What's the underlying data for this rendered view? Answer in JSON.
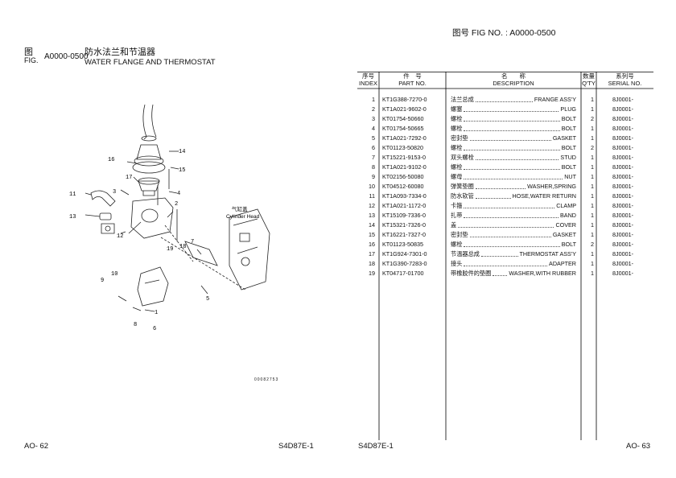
{
  "left_page": {
    "fig_label_cn": "图",
    "fig_label_en": "FIG.",
    "fig_no": "A0000-0500",
    "title_cn": "防水法兰和节温器",
    "title_en": "WATER FLANGE AND THERMOSTAT",
    "diagram_label_cn": "气缸盖",
    "diagram_label_en": "Cylinder Head",
    "callouts": [
      "1",
      "2",
      "3",
      "4",
      "5",
      "6",
      "7",
      "8",
      "9",
      "10",
      "11",
      "12",
      "13",
      "14",
      "15",
      "16",
      "17",
      "18",
      "19"
    ],
    "drawing_code": "00082753",
    "footer_page": "AO- 62",
    "footer_model": "S4D87E-1"
  },
  "right_page": {
    "fig_header_cn": "图号",
    "fig_header_en": "FIG NO.",
    "fig_header_sep": ":",
    "fig_header_no": "A0000-0500",
    "columns": {
      "index_cn": "序号",
      "index_en": "INDEX",
      "part_cn": "件　号",
      "part_en": "PART NO.",
      "desc_cn": "名　　称",
      "desc_en": "DESCRIPTION",
      "qty_cn": "数量",
      "qty_en": "Q'TY",
      "serial_cn": "系列号",
      "serial_en": "SERIAL NO."
    },
    "rows": [
      {
        "idx": "1",
        "part": "KT1G388-7270-0",
        "cn": "法兰总成",
        "en": "FRANGE ASS'Y",
        "qty": "1",
        "serial": "8J0001-"
      },
      {
        "idx": "2",
        "part": "KT1A021-9602-0",
        "cn": "  螺塞",
        "en": "PLUG",
        "qty": "1",
        "serial": "8J0001-"
      },
      {
        "idx": "3",
        "part": "KT01754-50660",
        "cn": "  螺栓",
        "en": "BOLT",
        "qty": "2",
        "serial": "8J0001-"
      },
      {
        "idx": "4",
        "part": "KT01754-50665",
        "cn": "  螺栓",
        "en": "BOLT",
        "qty": "1",
        "serial": "8J0001-"
      },
      {
        "idx": "5",
        "part": "KT1A021-7292-0",
        "cn": "密封垫",
        "en": "GASKET",
        "qty": "1",
        "serial": "8J0001-"
      },
      {
        "idx": "6",
        "part": "KT01123-50820",
        "cn": "螺栓",
        "en": "BOLT",
        "qty": "2",
        "serial": "8J0001-"
      },
      {
        "idx": "7",
        "part": "KT15221-9153-0",
        "cn": "双头螺栓",
        "en": "STUD",
        "qty": "1",
        "serial": "8J0001-"
      },
      {
        "idx": "8",
        "part": "KT1A021-9102-0",
        "cn": "螺栓",
        "en": "BOLT",
        "qty": "1",
        "serial": "8J0001-"
      },
      {
        "idx": "9",
        "part": "KT02156-50080",
        "cn": "螺母",
        "en": "NUT",
        "qty": "1",
        "serial": "8J0001-"
      },
      {
        "idx": "10",
        "part": "KT04512-60080",
        "cn": "弹簧垫圈",
        "en": "WASHER,SPRING",
        "qty": "1",
        "serial": "8J0001-"
      },
      {
        "idx": "11",
        "part": "KT1A093-7334-0",
        "cn": "防水软管",
        "en": "HOSE,WATER RETURN",
        "qty": "1",
        "serial": "8J0001-"
      },
      {
        "idx": "12",
        "part": "KT1A021-1172-0",
        "cn": "卡箍",
        "en": "CLAMP",
        "qty": "1",
        "serial": "8J0001-"
      },
      {
        "idx": "13",
        "part": "KT15109-7336-0",
        "cn": "扎带",
        "en": "BAND",
        "qty": "1",
        "serial": "8J0001-"
      },
      {
        "idx": "14",
        "part": "KT15321-7326-0",
        "cn": "盖",
        "en": "COVER",
        "qty": "1",
        "serial": "8J0001-"
      },
      {
        "idx": "15",
        "part": "KT16221-7327-0",
        "cn": "密封垫",
        "en": "GASKET",
        "qty": "1",
        "serial": "8J0001-"
      },
      {
        "idx": "16",
        "part": "KT01123-50835",
        "cn": "螺栓",
        "en": "BOLT",
        "qty": "2",
        "serial": "8J0001-"
      },
      {
        "idx": "17",
        "part": "KT1G924-7301-0",
        "cn": "节温器总成",
        "en": "THERMOSTAT ASS'Y",
        "qty": "1",
        "serial": "8J0001-"
      },
      {
        "idx": "18",
        "part": "KT1G390-7283-0",
        "cn": "接头",
        "en": "ADAPTER",
        "qty": "1",
        "serial": "8J0001-"
      },
      {
        "idx": "19",
        "part": "KT04717-01700",
        "cn": "带橡胶件的垫圈",
        "en": "WASHER,WITH RUBBER",
        "qty": "1",
        "serial": "8J0001-"
      }
    ],
    "footer_model": "S4D87E-1",
    "footer_page": "AO- 63"
  }
}
